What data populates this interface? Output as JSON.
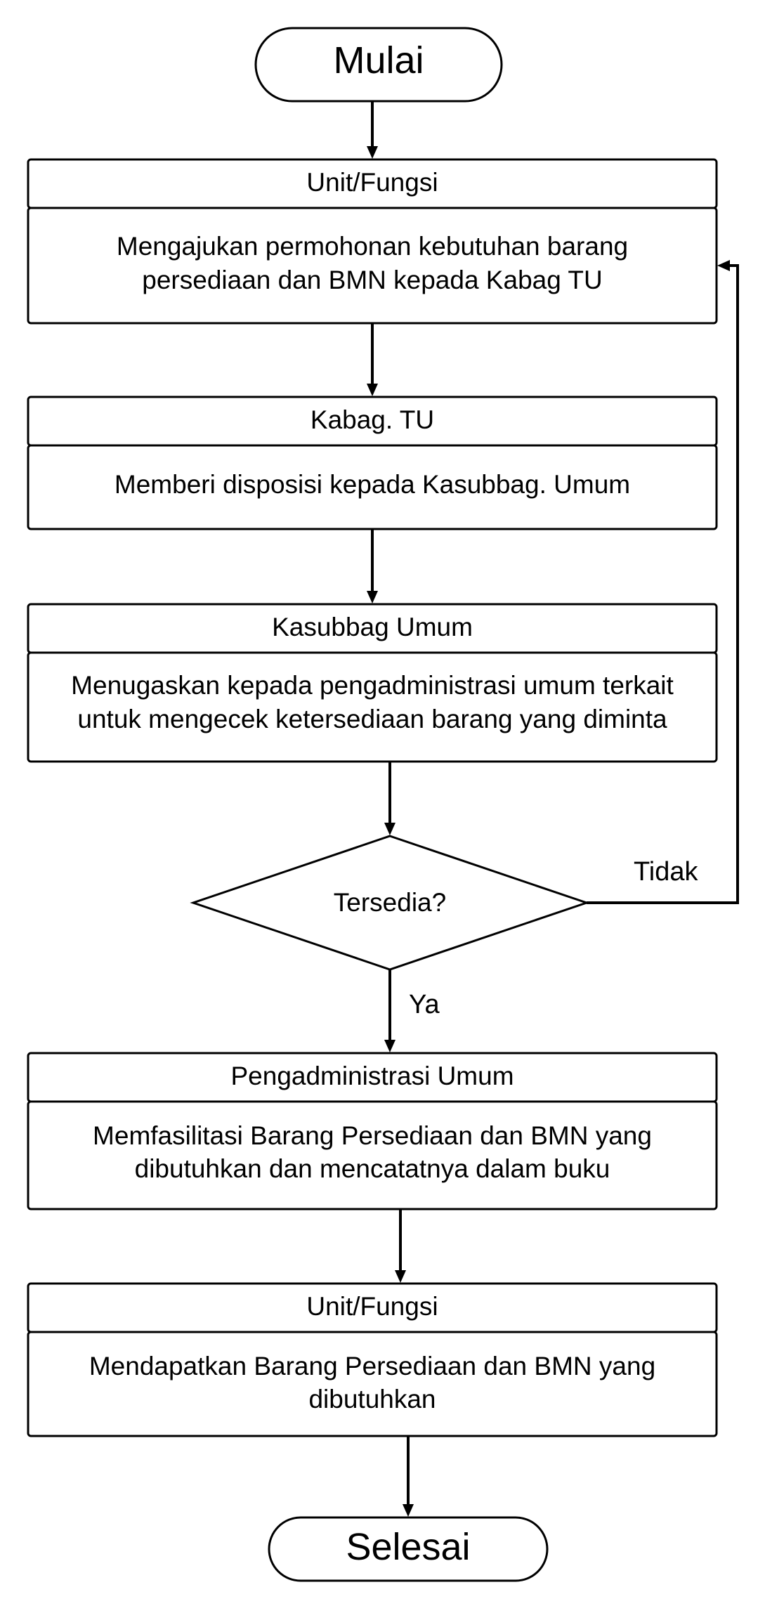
{
  "start": {
    "label": "Mulai"
  },
  "steps": [
    {
      "actor": "Unit/Fungsi",
      "lines": [
        "Mengajukan permohonan kebutuhan barang",
        "persediaan dan BMN kepada Kabag TU"
      ]
    },
    {
      "actor": "Kabag. TU",
      "lines": [
        "Memberi disposisi kepada Kasubbag. Umum"
      ]
    },
    {
      "actor": "Kasubbag Umum",
      "lines": [
        "Menugaskan kepada pengadministrasi umum terkait",
        "untuk mengecek ketersediaan barang yang diminta"
      ]
    },
    {
      "actor": "Pengadministrasi Umum",
      "lines": [
        "Memfasilitasi Barang Persediaan dan BMN yang",
        "dibutuhkan dan mencatatnya dalam buku"
      ]
    },
    {
      "actor": "Unit/Fungsi",
      "lines": [
        "Mendapatkan Barang Persediaan dan BMN yang",
        "dibutuhkan"
      ]
    }
  ],
  "decision": {
    "label": "Tersedia?",
    "yes_label": "Ya",
    "no_label": "Tidak"
  },
  "end": {
    "label": "Selesai"
  }
}
